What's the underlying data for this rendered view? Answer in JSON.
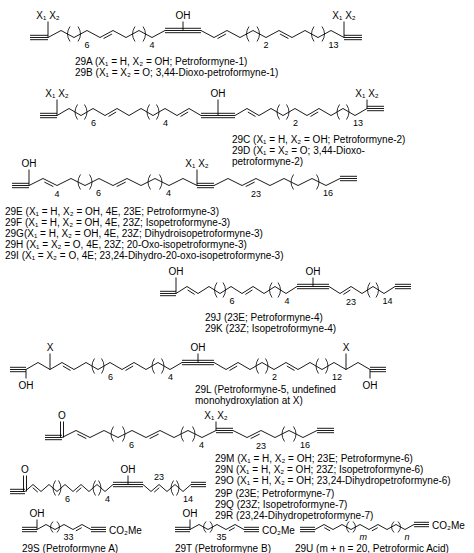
{
  "diagram": {
    "labels": [
      "X₁ X₂",
      "6",
      "4",
      "OH",
      "2",
      "13",
      "X₁ X₂",
      "29A (X₁ = H, X₂ = OH; Petroformyne-1)",
      "29B (X₁ = X₂ = O; 3,44-Dioxo-petroformyne-1)",
      "X₁ X₂",
      "6",
      "4",
      "OH",
      "2",
      "13",
      "X₁ X₂",
      "29C (X₁ = H, X₂ = OH; Petroformyne-2)",
      "29D (X₁ = X₂ = O; 3,44-Dioxo- petroformyne-2)",
      "OH",
      "4",
      "6",
      "4",
      "X₁ X₂",
      "23",
      "16",
      "29E (X₁ = H, X₂ = OH, 4E, 23E; Petroformyne-3)",
      "29F (X₁ = H, X₂ = OH, 4E, 23Z; Isopetroformyne-3)",
      "29G(X₁ = H, X₂ = OH, 4E, 23Z; Dihydroisopetroformyne-3)",
      "29H (X₁ = X₂ = O, 4E, 23Z; 20-Oxo-isopetroformyne-3)",
      "29I (X₁ = X₂ = O, 4E; 23,24-Dihydro-20-oxo-isopetroformyne-3)",
      "OH",
      "6",
      "4",
      "OH",
      "23",
      "14",
      "29J (23E; Petroformyne-4)",
      "29K (23Z; Isopetroformyne-4)",
      "OH",
      "X",
      "6",
      "4",
      "OH",
      "2",
      "12",
      "X",
      "OH",
      "29L (Petroformyne-5, undefined monohydroxylation at X)",
      "O",
      "6",
      "4",
      "X₁ X₂",
      "23",
      "16",
      "29M (X₁ = H, X₂ = OH; 23E; Petroformyne-6)",
      "29N (X₁ = H, X₂ = OH; 23Z; Isopetroformyne-6)",
      "29O (X₁ = H, X₂ = OH; 23,24-Dihydropetroformyne-6)",
      "O",
      "6",
      "4",
      "OH",
      "23",
      "14",
      "29P (23E; Petroformyne-7)",
      "29Q (23Z; Isopetroformyne-7)",
      "29R (23,24-Dihydropetroformyne-7)",
      "OH",
      "33",
      "CO₂Me",
      "29S (Petroformyne A)",
      "OH",
      "35",
      "CO₂Me",
      "29T (Petroformyne B)",
      "m",
      "n",
      "CO₂Me",
      "29U (m + n = 20, Petroformic Acid)"
    ]
  }
}
